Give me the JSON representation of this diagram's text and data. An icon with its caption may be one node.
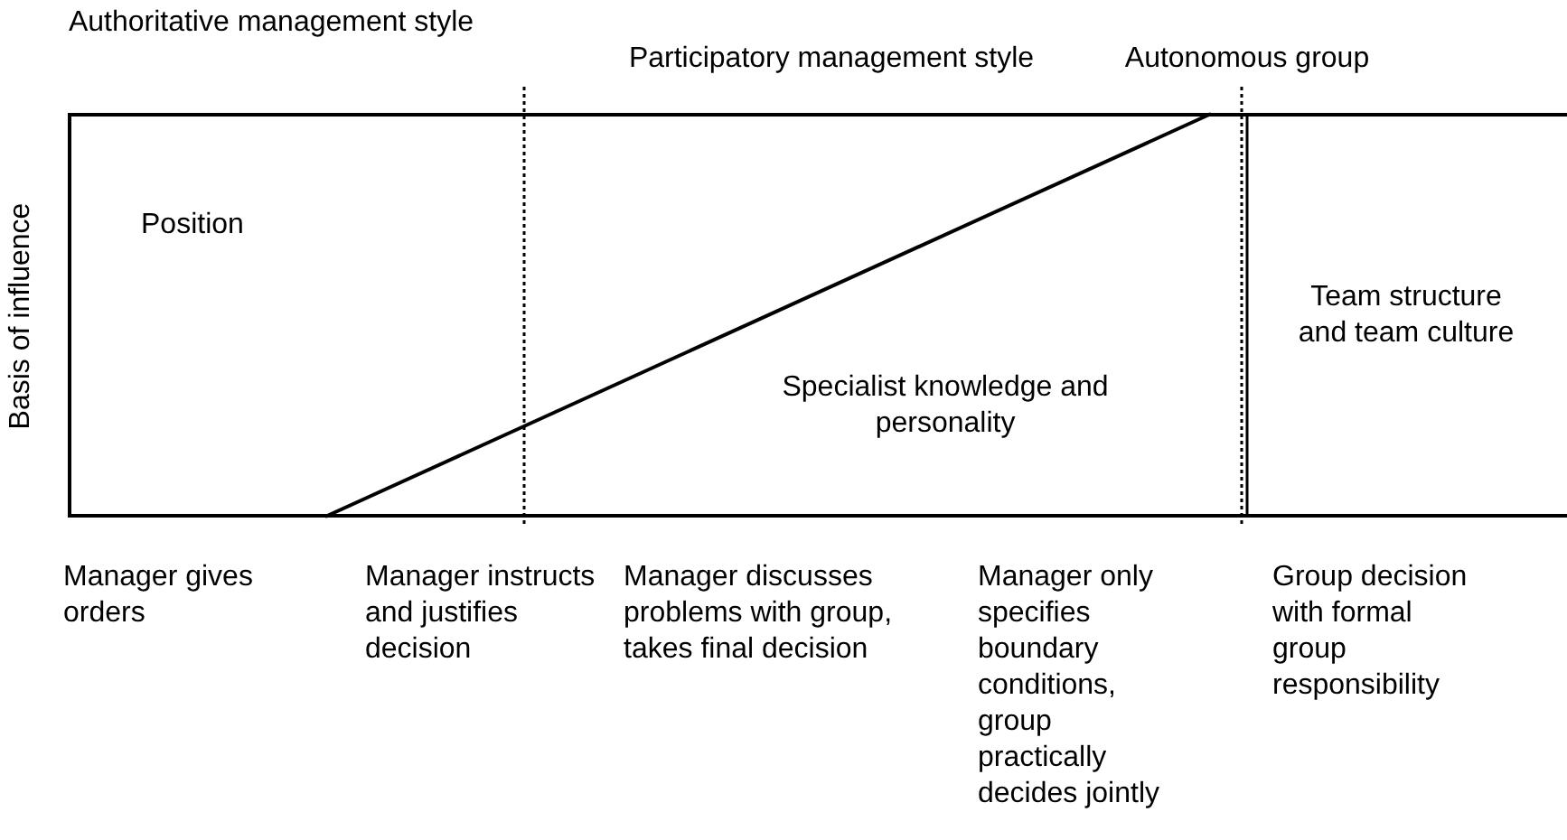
{
  "diagram": {
    "labels": [
      "Authoritative management style",
      "Participatory management style",
      "Autonomous group",
      "Basis of influence",
      "Position",
      "Specialist knowledge and personality",
      "Team structure and team culture",
      "Manager gives orders",
      "Manager instructs and justifies decision",
      "Manager discusses problems with group, takes final decision",
      "Manager only specifies boundary conditions, group practically decides jointly",
      "Group decision with formal group responsibility"
    ]
  }
}
